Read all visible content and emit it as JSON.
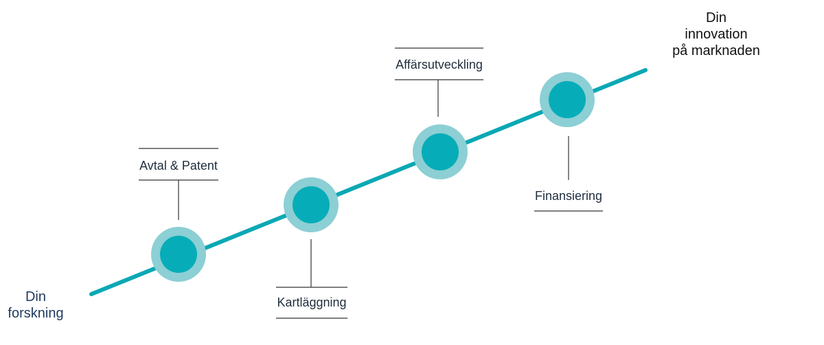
{
  "diagram": {
    "start_label": [
      "Din",
      "forskning"
    ],
    "end_label": [
      "Din",
      "innovation",
      "på marknaden"
    ],
    "milestones": [
      {
        "id": "avtal",
        "label": "Avtal & Patent",
        "position": "above"
      },
      {
        "id": "kartlaggning",
        "label": "Kartläggning",
        "position": "below"
      },
      {
        "id": "affar",
        "label": "Affärsutveckling",
        "position": "above"
      },
      {
        "id": "finans",
        "label": "Finansiering",
        "position": "below"
      }
    ],
    "colors": {
      "line": "#0aa8b4",
      "node_outer": "#8ccfd4",
      "node_inner": "#06adb8",
      "connector": "#333333"
    }
  }
}
